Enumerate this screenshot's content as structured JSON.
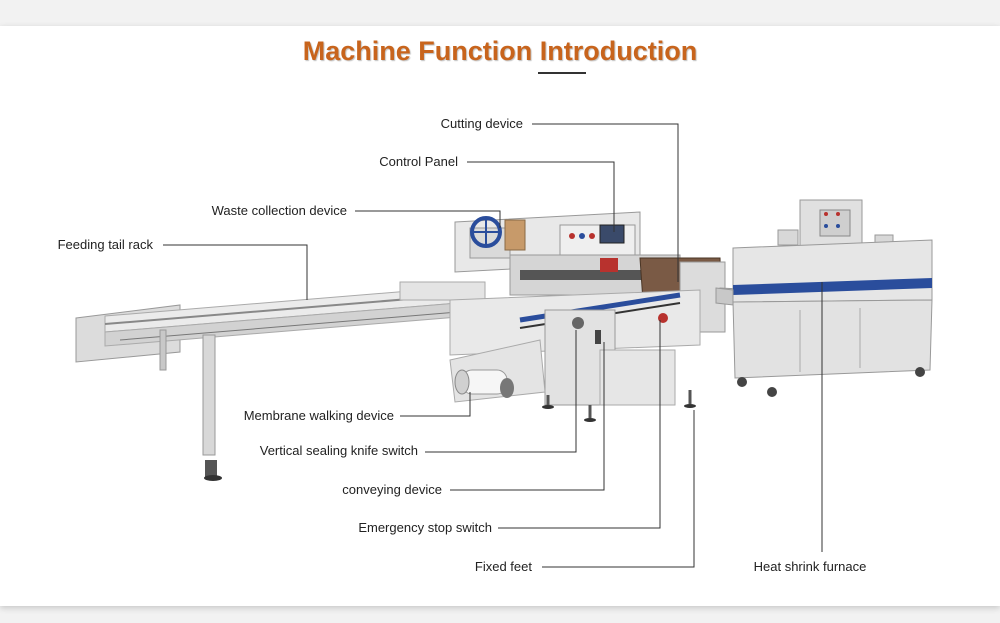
{
  "title": "Machine Function Introduction",
  "callouts": [
    {
      "id": "cutting",
      "label": "Cutting device"
    },
    {
      "id": "control",
      "label": "Control Panel"
    },
    {
      "id": "waste",
      "label": "Waste collection device"
    },
    {
      "id": "feeding",
      "label": "Feeding tail rack"
    },
    {
      "id": "membrane",
      "label": "Membrane walking device"
    },
    {
      "id": "vsk",
      "label": "Vertical sealing knife switch"
    },
    {
      "id": "conveying",
      "label": "conveying device"
    },
    {
      "id": "estop",
      "label": "Emergency stop switch"
    },
    {
      "id": "feet",
      "label": "Fixed feet"
    },
    {
      "id": "furnace",
      "label": "Heat shrink furnace"
    }
  ],
  "colors": {
    "title": "#c8641c",
    "machine_body": "#e6e6e6",
    "accent_blue": "#2a4d9c",
    "accent_red": "#b8322e"
  }
}
